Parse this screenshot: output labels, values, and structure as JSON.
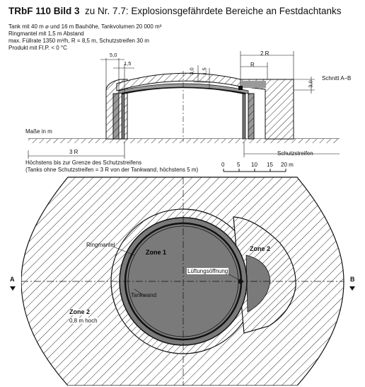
{
  "title": {
    "bold": "TRbF 110 Bild 3",
    "rest": "zu Nr. 7.7: Explosionsgefährdete Bereiche an Festdachtanks"
  },
  "specs": [
    "Tank mit 40 m ⌀ und 16 m Bauhöhe, Tankvolumen 20 000 m³",
    "Ringmantel mit 1,5 m Abstand",
    "max. Füllrate 1350 m³/h, R = 8,5 m, Schutzstreifen 30 m",
    "Produkt mit Fl.P. < 0 °C"
  ],
  "section": {
    "dim_5_0": "5,0",
    "dim_1_5": "1,5",
    "dim_3_0_left": "3,0",
    "dim_1_5_vert": "1,5",
    "dim_2r": "2 R",
    "dim_r": "R",
    "dim_3_0_right": "3,0",
    "schnitt": "Schnitt A–B",
    "masse": "Maße in m",
    "dim_3r": "3 R",
    "schutzstreifen": "Schutzstreifen",
    "note_line1": "Höchstens bis zur Grenze des Schutzstreifens",
    "note_line2": "(Tanks ohne Schutzstreifen = 3 R von der Tankwand, höchstens 5 m)"
  },
  "scale": {
    "ticks": [
      "0",
      "5",
      "10",
      "15",
      "20 m"
    ]
  },
  "plan": {
    "ringmantel": "Ringmantel",
    "zone1": "Zone 1",
    "zone2_right": "Zone 2",
    "lueftung": "Lüftungsöffnung",
    "tankwand": "Tankwand",
    "zone2_left_1": "Zone 2",
    "zone2_left_2": "0,8 m hoch",
    "a": "A",
    "b": "B"
  },
  "colors": {
    "ink": "#111111",
    "zone1_fill": "#7a7a7a",
    "hatch_zone": "#e6e6e6"
  }
}
